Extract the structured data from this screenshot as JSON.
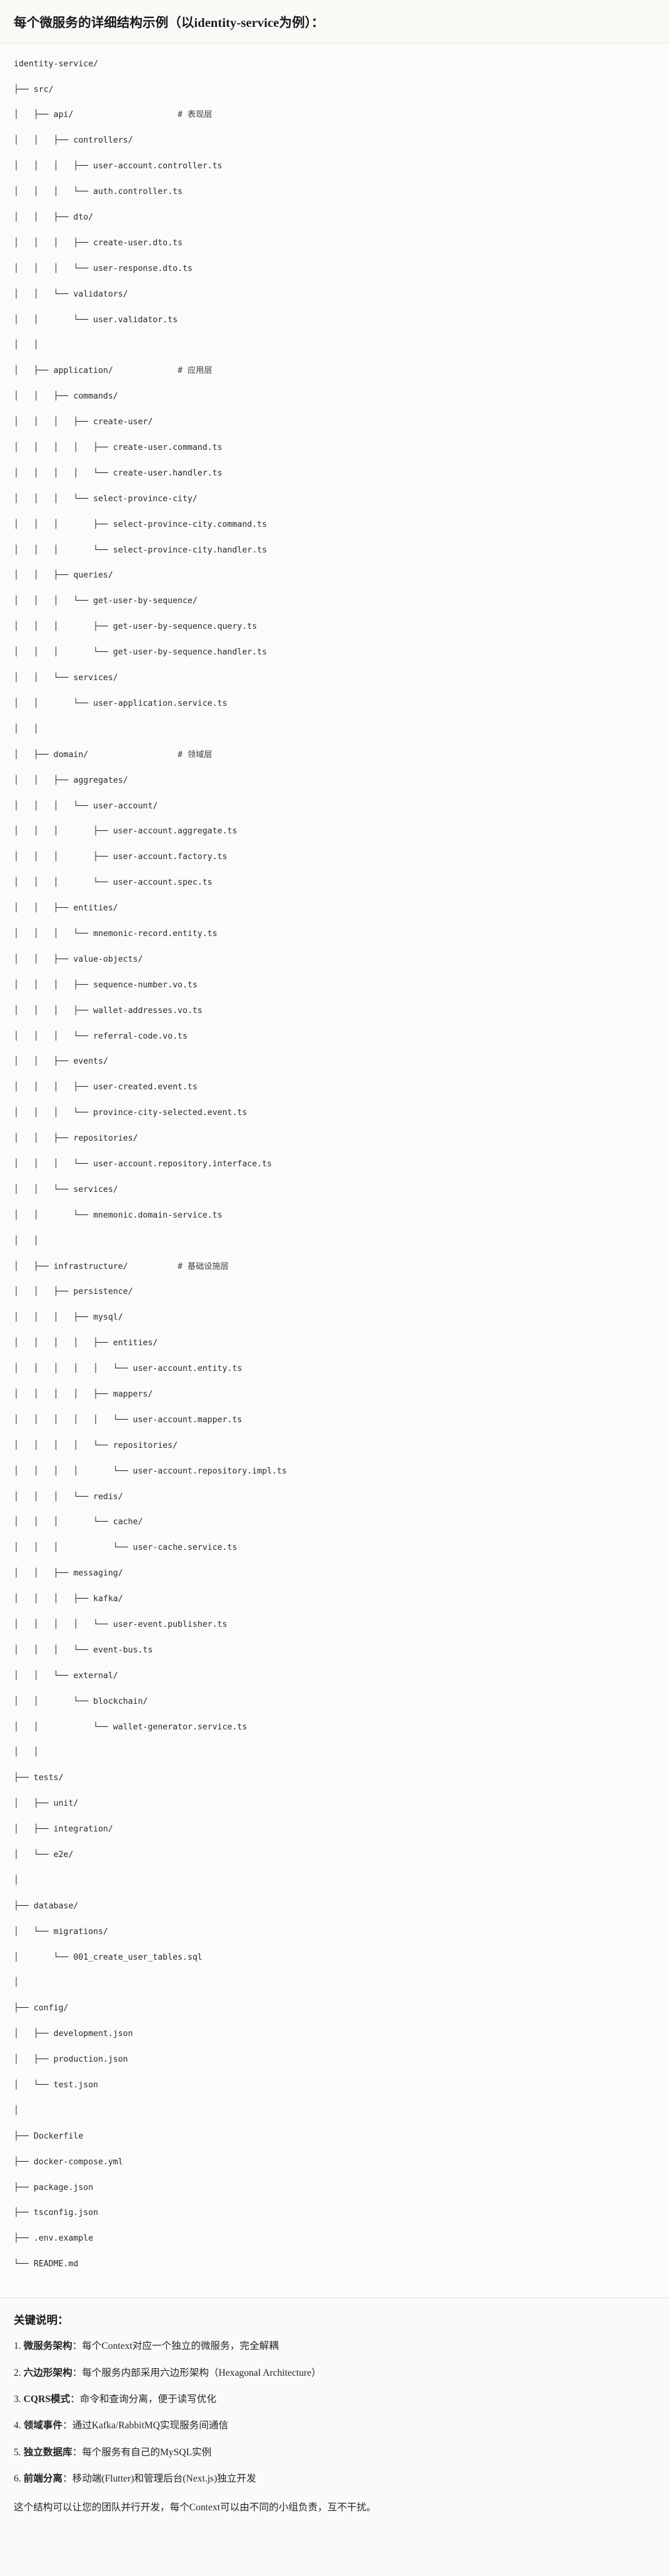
{
  "header": {
    "title": "每个微服务的详细结构示例（以identity-service为例）："
  },
  "tree": {
    "root": "identity-service/",
    "lines": [
      {
        "text": "identity-service/",
        "comment": ""
      },
      {
        "text": "├── src/",
        "comment": ""
      },
      {
        "text": "│   ├── api/",
        "comment": "# 表现层"
      },
      {
        "text": "│   │   ├── controllers/",
        "comment": ""
      },
      {
        "text": "│   │   │   ├── user-account.controller.ts",
        "comment": ""
      },
      {
        "text": "│   │   │   └── auth.controller.ts",
        "comment": ""
      },
      {
        "text": "│   │   ├── dto/",
        "comment": ""
      },
      {
        "text": "│   │   │   ├── create-user.dto.ts",
        "comment": ""
      },
      {
        "text": "│   │   │   └── user-response.dto.ts",
        "comment": ""
      },
      {
        "text": "│   │   └── validators/",
        "comment": ""
      },
      {
        "text": "│   │       └── user.validator.ts",
        "comment": ""
      },
      {
        "text": "│   │",
        "comment": ""
      },
      {
        "text": "│   ├── application/",
        "comment": "# 应用层"
      },
      {
        "text": "│   │   ├── commands/",
        "comment": ""
      },
      {
        "text": "│   │   │   ├── create-user/",
        "comment": ""
      },
      {
        "text": "│   │   │   │   ├── create-user.command.ts",
        "comment": ""
      },
      {
        "text": "│   │   │   │   └── create-user.handler.ts",
        "comment": ""
      },
      {
        "text": "│   │   │   └── select-province-city/",
        "comment": ""
      },
      {
        "text": "│   │   │       ├── select-province-city.command.ts",
        "comment": ""
      },
      {
        "text": "│   │   │       └── select-province-city.handler.ts",
        "comment": ""
      },
      {
        "text": "│   │   ├── queries/",
        "comment": ""
      },
      {
        "text": "│   │   │   └── get-user-by-sequence/",
        "comment": ""
      },
      {
        "text": "│   │   │       ├── get-user-by-sequence.query.ts",
        "comment": ""
      },
      {
        "text": "│   │   │       └── get-user-by-sequence.handler.ts",
        "comment": ""
      },
      {
        "text": "│   │   └── services/",
        "comment": ""
      },
      {
        "text": "│   │       └── user-application.service.ts",
        "comment": ""
      },
      {
        "text": "│   │",
        "comment": ""
      },
      {
        "text": "│   ├── domain/",
        "comment": "# 领域层"
      },
      {
        "text": "│   │   ├── aggregates/",
        "comment": ""
      },
      {
        "text": "│   │   │   └── user-account/",
        "comment": ""
      },
      {
        "text": "│   │   │       ├── user-account.aggregate.ts",
        "comment": ""
      },
      {
        "text": "│   │   │       ├── user-account.factory.ts",
        "comment": ""
      },
      {
        "text": "│   │   │       └── user-account.spec.ts",
        "comment": ""
      },
      {
        "text": "│   │   ├── entities/",
        "comment": ""
      },
      {
        "text": "│   │   │   └── mnemonic-record.entity.ts",
        "comment": ""
      },
      {
        "text": "│   │   ├── value-objects/",
        "comment": ""
      },
      {
        "text": "│   │   │   ├── sequence-number.vo.ts",
        "comment": ""
      },
      {
        "text": "│   │   │   ├── wallet-addresses.vo.ts",
        "comment": ""
      },
      {
        "text": "│   │   │   └── referral-code.vo.ts",
        "comment": ""
      },
      {
        "text": "│   │   ├── events/",
        "comment": ""
      },
      {
        "text": "│   │   │   ├── user-created.event.ts",
        "comment": ""
      },
      {
        "text": "│   │   │   └── province-city-selected.event.ts",
        "comment": ""
      },
      {
        "text": "│   │   ├── repositories/",
        "comment": ""
      },
      {
        "text": "│   │   │   └── user-account.repository.interface.ts",
        "comment": ""
      },
      {
        "text": "│   │   └── services/",
        "comment": ""
      },
      {
        "text": "│   │       └── mnemonic.domain-service.ts",
        "comment": ""
      },
      {
        "text": "│   │",
        "comment": ""
      },
      {
        "text": "│   ├── infrastructure/",
        "comment": "# 基础设施层"
      },
      {
        "text": "│   │   ├── persistence/",
        "comment": ""
      },
      {
        "text": "│   │   │   ├── mysql/",
        "comment": ""
      },
      {
        "text": "│   │   │   │   ├── entities/",
        "comment": ""
      },
      {
        "text": "│   │   │   │   │   └── user-account.entity.ts",
        "comment": ""
      },
      {
        "text": "│   │   │   │   ├── mappers/",
        "comment": ""
      },
      {
        "text": "│   │   │   │   │   └── user-account.mapper.ts",
        "comment": ""
      },
      {
        "text": "│   │   │   │   └── repositories/",
        "comment": ""
      },
      {
        "text": "│   │   │   │       └── user-account.repository.impl.ts",
        "comment": ""
      },
      {
        "text": "│   │   │   └── redis/",
        "comment": ""
      },
      {
        "text": "│   │   │       └── cache/",
        "comment": ""
      },
      {
        "text": "│   │   │           └── user-cache.service.ts",
        "comment": ""
      },
      {
        "text": "│   │   ├── messaging/",
        "comment": ""
      },
      {
        "text": "│   │   │   ├── kafka/",
        "comment": ""
      },
      {
        "text": "│   │   │   │   └── user-event.publisher.ts",
        "comment": ""
      },
      {
        "text": "│   │   │   └── event-bus.ts",
        "comment": ""
      },
      {
        "text": "│   │   └── external/",
        "comment": ""
      },
      {
        "text": "│   │       └── blockchain/",
        "comment": ""
      },
      {
        "text": "│   │           └── wallet-generator.service.ts",
        "comment": ""
      },
      {
        "text": "│   │",
        "comment": ""
      },
      {
        "text": "├── tests/",
        "comment": ""
      },
      {
        "text": "│   ├── unit/",
        "comment": ""
      },
      {
        "text": "│   ├── integration/",
        "comment": ""
      },
      {
        "text": "│   └── e2e/",
        "comment": ""
      },
      {
        "text": "│",
        "comment": ""
      },
      {
        "text": "├── database/",
        "comment": ""
      },
      {
        "text": "│   └── migrations/",
        "comment": ""
      },
      {
        "text": "│       └── 001_create_user_tables.sql",
        "comment": ""
      },
      {
        "text": "│",
        "comment": ""
      },
      {
        "text": "├── config/",
        "comment": ""
      },
      {
        "text": "│   ├── development.json",
        "comment": ""
      },
      {
        "text": "│   ├── production.json",
        "comment": ""
      },
      {
        "text": "│   └── test.json",
        "comment": ""
      },
      {
        "text": "│",
        "comment": ""
      },
      {
        "text": "├── Dockerfile",
        "comment": ""
      },
      {
        "text": "├── docker-compose.yml",
        "comment": ""
      },
      {
        "text": "├── package.json",
        "comment": ""
      },
      {
        "text": "├── tsconfig.json",
        "comment": ""
      },
      {
        "text": "├── .env.example",
        "comment": ""
      },
      {
        "text": "└── README.md",
        "comment": ""
      }
    ]
  },
  "notes": {
    "title": "关键说明：",
    "items": [
      {
        "num": "1.",
        "strong": "微服务架构",
        "rest": "：每个Context对应一个独立的微服务，完全解耦"
      },
      {
        "num": "2.",
        "strong": "六边形架构",
        "rest": "：每个服务内部采用六边形架构（Hexagonal Architecture）"
      },
      {
        "num": "3.",
        "strong": "CQRS模式",
        "rest": "：命令和查询分离，便于读写优化"
      },
      {
        "num": "4.",
        "strong": "领域事件",
        "rest": "：通过Kafka/RabbitMQ实现服务间通信"
      },
      {
        "num": "5.",
        "strong": "独立数据库",
        "rest": "：每个服务有自己的MySQL实例"
      },
      {
        "num": "6.",
        "strong": "前端分离",
        "rest": "：移动端(Flutter)和管理后台(Next.js)独立开发"
      }
    ],
    "footer": "这个结构可以让您的团队并行开发，每个Context可以由不同的小组负责，互不干扰。"
  },
  "colors": {
    "background": "#fbfaf8",
    "code_background": "#fcfbf9",
    "text": "#1f2328",
    "divider": "#e4e2dd",
    "comment": "#3c4148"
  }
}
